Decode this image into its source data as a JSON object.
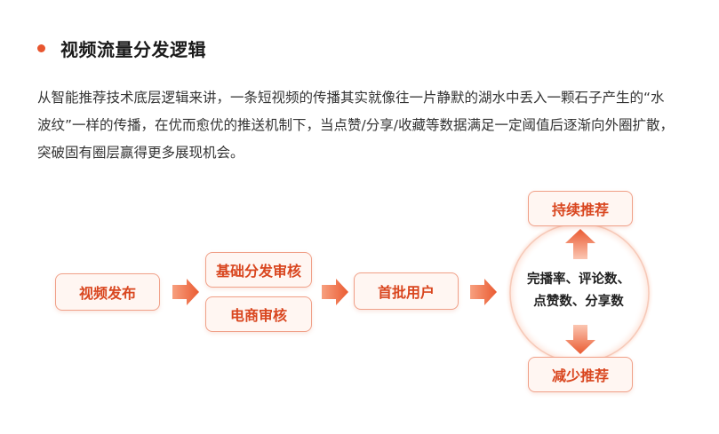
{
  "heading": {
    "title": "视频流量分发逻辑"
  },
  "paragraph": {
    "text": "从智能推荐技术底层逻辑来讲，一条短视频的传播其实就像往一片静默的湖水中丢入一颗石子产生的“水波纹”一样的传播，在优而愈优的推送机制下，当点赞/分享/收藏等数据满足一定阈值后逐渐向外圈扩散，突破固有圈层赢得更多展现机会。"
  },
  "flow": {
    "publish": "视频发布",
    "basic_review": "基础分发审核",
    "ecom_review": "电商审核",
    "first_users": "首批用户",
    "metrics_line1": "完播率、评论数、",
    "metrics_line2": "点赞数、分享数",
    "keep_recommend": "持续推荐",
    "reduce_recommend": "减少推荐"
  },
  "colors": {
    "accent": "#e8562f",
    "box_border": "#f0a088",
    "box_fill": "#fff6f2",
    "box_text": "#d9461f"
  }
}
